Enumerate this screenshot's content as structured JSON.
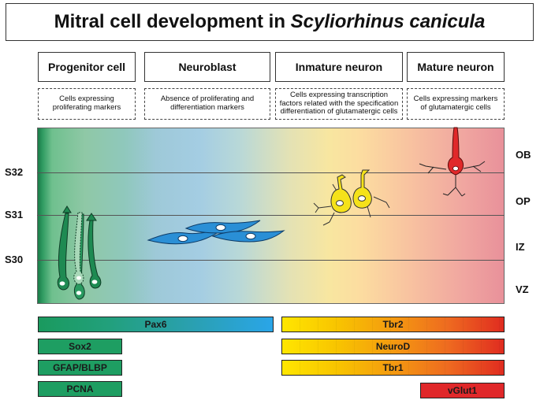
{
  "title": {
    "main": "Mitral cell development in ",
    "species": "Scyliorhinus canicula"
  },
  "stages": [
    {
      "label": "Progenitor cell",
      "description": "Cells expressing proliferating markers"
    },
    {
      "label": "Neuroblast",
      "description": "Absence of proliferating and differentiation markers"
    },
    {
      "label": "Inmature neuron",
      "description": "Cells expressing transcription factors related with the specification differentiation of glutamatergic cells"
    },
    {
      "label": "Mature neuron",
      "description": "Cells expressing markers of glutamatergic cells"
    }
  ],
  "embryo_stages": [
    "S32",
    "S31",
    "S30"
  ],
  "layers": [
    "OB",
    "OP",
    "IZ",
    "VZ"
  ],
  "markers": {
    "pax6": "Pax6",
    "sox2": "Sox2",
    "gfap": "GFAP/BLBP",
    "pcna": "PCNA",
    "tbr2": "Tbr2",
    "neurod": "NeuroD",
    "tbr1": "Tbr1",
    "vglut1": "vGlut1"
  },
  "colors": {
    "progenitor": "#1e9e62",
    "neuroblast": "#2a8fd6",
    "immature": "#f5e21a",
    "mature": "#e0282a"
  }
}
